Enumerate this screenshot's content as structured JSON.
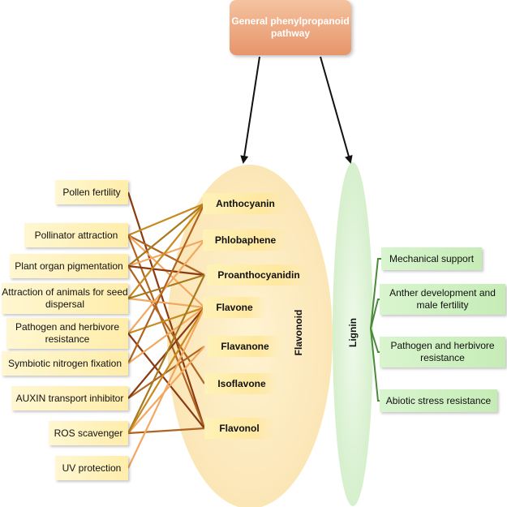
{
  "title_box": {
    "label": "General phenylpropanoid pathway"
  },
  "flavonoid": {
    "label": "Flavonoid",
    "classes": [
      "Anthocyanin",
      "Phlobaphene",
      "Proanthocyanidin",
      "Flavone",
      "Flavanone",
      "Isoflavone",
      "Flavonol"
    ],
    "functions": [
      "Pollen fertility",
      "Pollinator attraction",
      "Plant organ pigmentation",
      "Attraction of animals for seed dispersal",
      "Pathogen and herbivore resistance",
      "Symbiotic nitrogen fixation",
      "AUXIN transport inhibitor",
      "ROS scavenger",
      "UV protection"
    ]
  },
  "lignin": {
    "label": "Lignin",
    "functions": [
      "Mechanical support",
      "Anther development and male fertility",
      "Pathogen and herbivore resistance",
      "Abiotic stress resistance"
    ]
  },
  "colors": {
    "flavonoid_ellipse": "#fdedc4",
    "lignin_ellipse": "#e2f5da",
    "lignin_link": "#4a8a3a",
    "arrow": "#111111",
    "links": [
      "#8b3a12",
      "#b06420",
      "#c88a1e",
      "#f2a860",
      "#a7791c"
    ]
  }
}
